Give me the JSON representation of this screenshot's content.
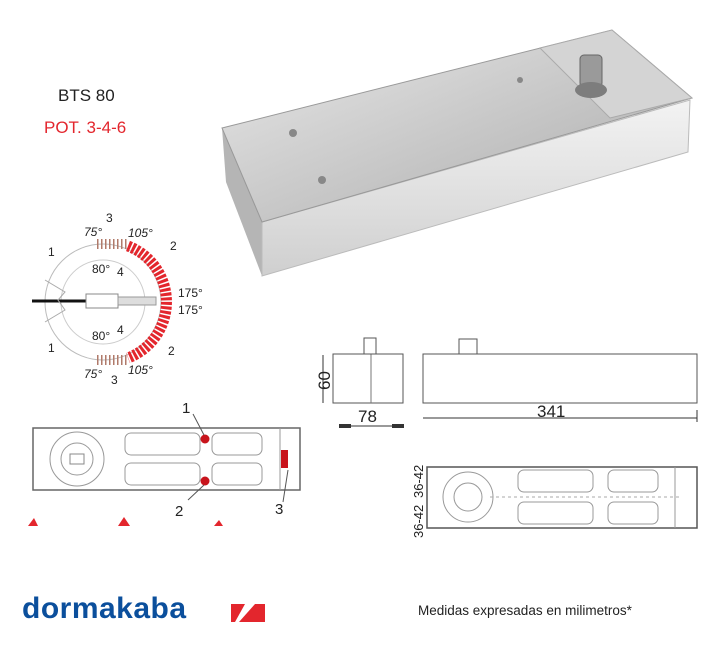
{
  "product": {
    "model": "BTS 80",
    "power": "POT.   3-4-6"
  },
  "angle_diagram": {
    "labels": [
      "3",
      "75°",
      "105°",
      "2",
      "80°",
      "4",
      "1",
      "175°",
      "175°",
      "1",
      "80°",
      "4",
      "2",
      "75°",
      "3",
      "105°"
    ]
  },
  "plate_callouts": [
    "1",
    "2",
    "3"
  ],
  "dimensions": {
    "height": "60",
    "width": "78",
    "length": "341",
    "fixing_top": "36-42",
    "fixing_bottom": "36-42"
  },
  "footer": {
    "brand": "dormakaba",
    "note": "Medidas expresadas en milimetros*"
  },
  "colors": {
    "brand_blue": "#0b4f9c",
    "accent_red": "#e3262d"
  }
}
